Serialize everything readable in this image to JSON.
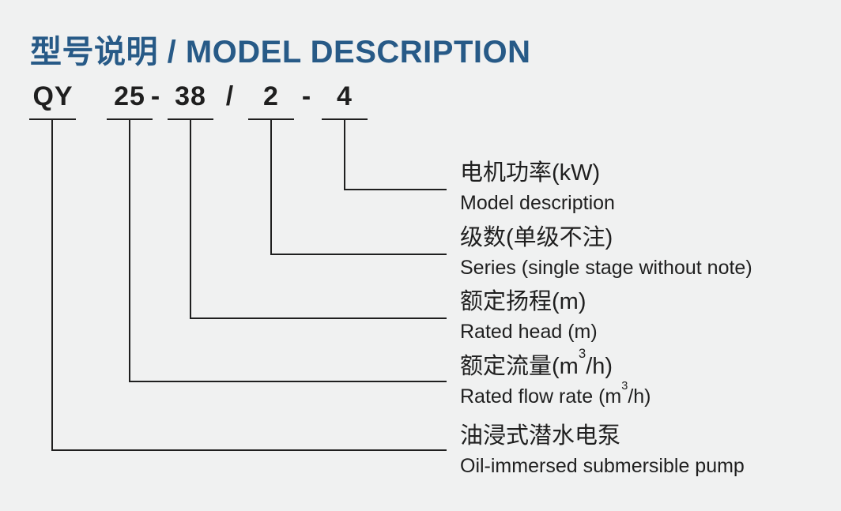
{
  "colors": {
    "bg": "#f0f1f1",
    "title": "#275a87",
    "ink": "#1f1f1f"
  },
  "header": {
    "title": "型号说明 / MODEL DESCRIPTION"
  },
  "model_code": {
    "full": "QY 25-38/2-4",
    "segments": {
      "series_code": "QY",
      "rated_flow": "25",
      "dash1": "-",
      "rated_head": "38",
      "slash": "/",
      "stages": "2",
      "dash2": "-",
      "motor_power": "4"
    }
  },
  "labels": [
    {
      "zh": "电机功率(kW)",
      "en": "Model description"
    },
    {
      "zh": "级数(单级不注)",
      "en": "Series (single stage without note)"
    },
    {
      "zh": "额定扬程(m)",
      "en": "Rated head (m)"
    },
    {
      "zh_pre": "额定流量(m",
      "zh_sup": "3",
      "zh_post": "/h)",
      "en_pre": "Rated flow rate (m",
      "en_sup": "3",
      "en_post": "/h)"
    },
    {
      "zh": "油浸式潜水电泵",
      "en": "Oil-immersed submersible pump"
    }
  ]
}
